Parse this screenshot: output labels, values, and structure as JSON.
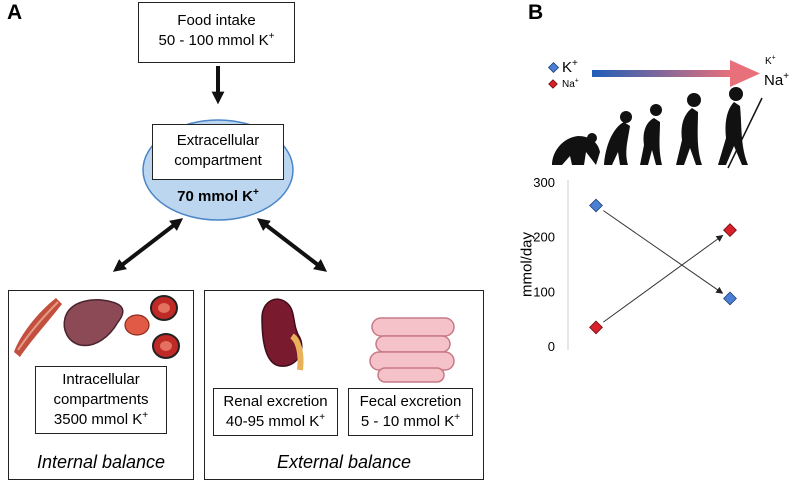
{
  "panel_a": {
    "letter": "A",
    "food_box": {
      "line1": "Food intake",
      "line2": "50 - 100 mmol K",
      "sup": "+"
    },
    "extracellular": {
      "line1": "Extracellular",
      "line2": "compartment",
      "amount": "70 mmol K",
      "sup": "+"
    },
    "intracellular_box": {
      "line1": "Intracellular",
      "line2": "compartments",
      "line3": "3500 mmol K",
      "sup": "+"
    },
    "renal_box": {
      "line1": "Renal excretion",
      "line2": "40-95 mmol K",
      "sup": "+"
    },
    "fecal_box": {
      "line1": "Fecal excretion",
      "line2": "5 - 10 mmol K",
      "sup": "+"
    },
    "internal_label": "Internal balance",
    "external_label": "External balance"
  },
  "panel_b": {
    "letter": "B",
    "legend": {
      "k_label": "K",
      "k_sup": "+",
      "na_label": "Na",
      "na_sup": "+",
      "arrow_end_k": "K",
      "arrow_end_k_sup": "+",
      "arrow_end_na": "Na",
      "arrow_end_na_sup": "+"
    },
    "colors": {
      "k": "#4a7fd4",
      "na": "#d8202a",
      "arrow_start": "#1f5fb8",
      "arrow_end": "#e8707a"
    }
  },
  "chart_data": {
    "type": "scatter",
    "ylabel": "mmol/day",
    "xlabel": "",
    "yticks": [
      "0",
      "100",
      "200",
      "300"
    ],
    "ylim": [
      0,
      300
    ],
    "series": [
      {
        "name": "K+",
        "color": "#4a7fd4",
        "points": [
          [
            0,
            257
          ],
          [
            1,
            87
          ]
        ]
      },
      {
        "name": "Na+",
        "color": "#d8202a",
        "points": [
          [
            0,
            34
          ],
          [
            1,
            212
          ]
        ]
      }
    ]
  }
}
